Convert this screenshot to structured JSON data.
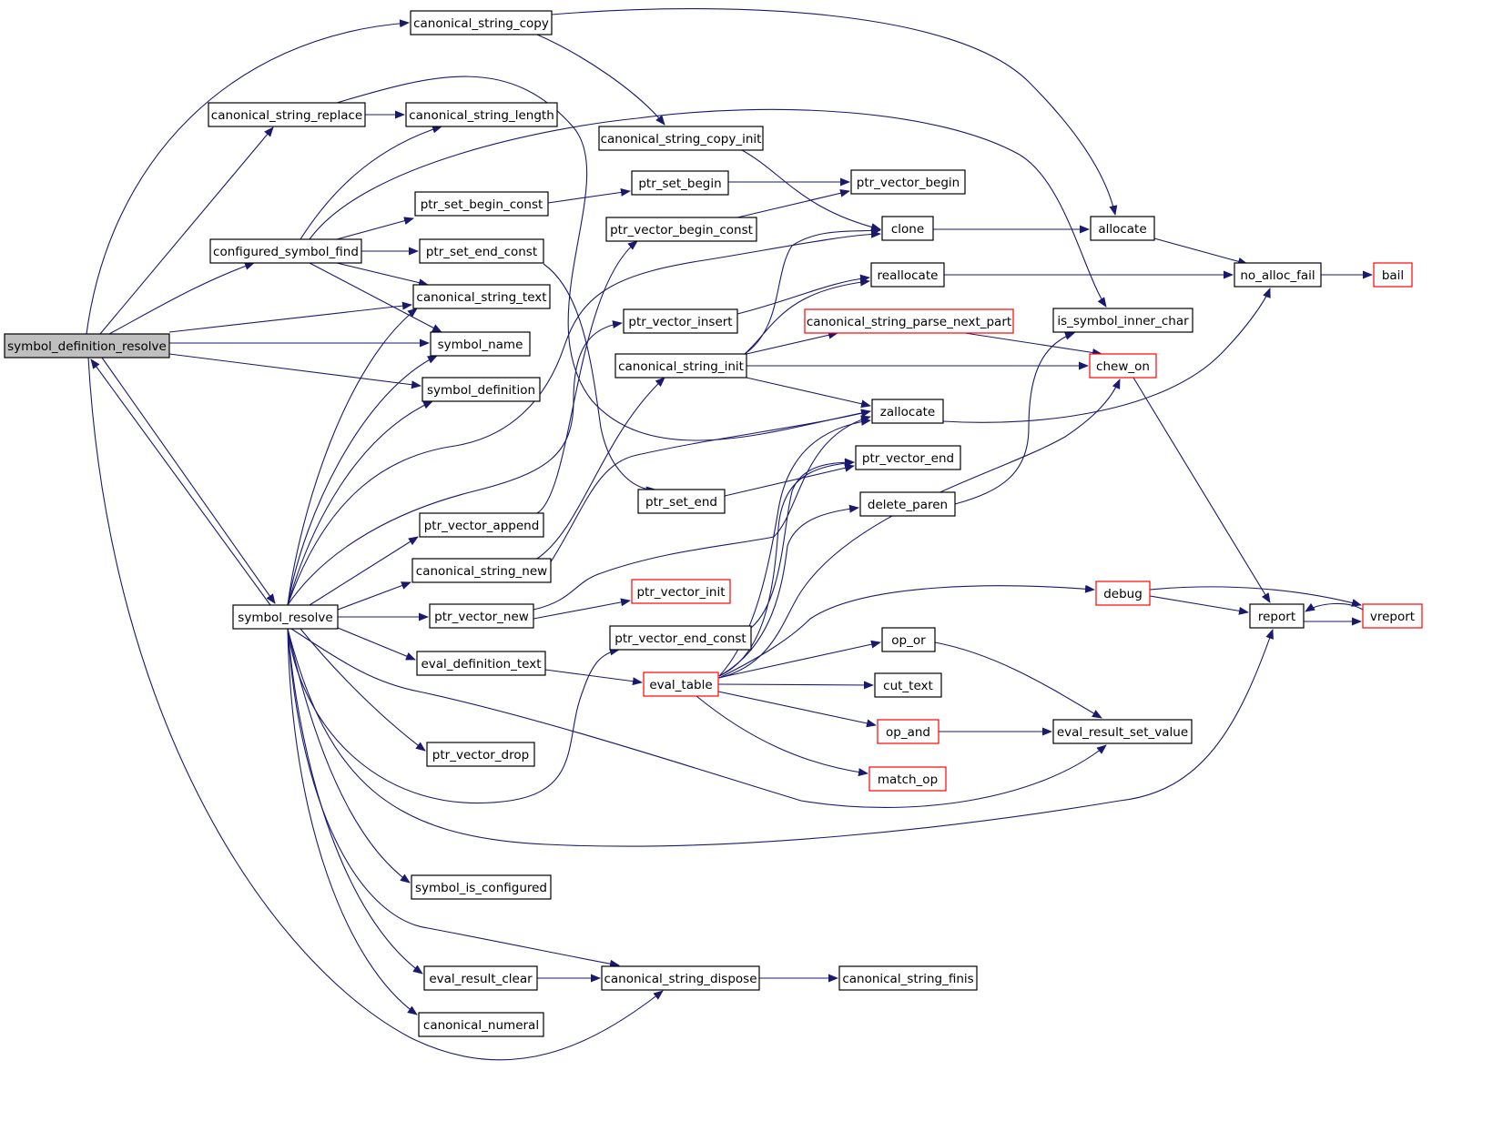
{
  "colors": {
    "edge": "#191970",
    "node_border": "#000000",
    "node_border_truncated": "#ff0000",
    "node_fill": "#ffffff",
    "root_fill": "#bfbfbf",
    "text": "#000000"
  },
  "nodes": [
    {
      "id": "symbol_definition_resolve",
      "label": "symbol_definition_resolve",
      "style": "root"
    },
    {
      "id": "canonical_string_copy",
      "label": "canonical_string_copy",
      "style": "normal"
    },
    {
      "id": "canonical_string_replace",
      "label": "canonical_string_replace",
      "style": "normal"
    },
    {
      "id": "canonical_string_length",
      "label": "canonical_string_length",
      "style": "normal"
    },
    {
      "id": "canonical_string_copy_init",
      "label": "canonical_string_copy_init",
      "style": "normal"
    },
    {
      "id": "ptr_set_begin_const",
      "label": "ptr_set_begin_const",
      "style": "normal"
    },
    {
      "id": "ptr_set_begin",
      "label": "ptr_set_begin",
      "style": "normal"
    },
    {
      "id": "ptr_vector_begin",
      "label": "ptr_vector_begin",
      "style": "normal"
    },
    {
      "id": "configured_symbol_find",
      "label": "configured_symbol_find",
      "style": "normal"
    },
    {
      "id": "ptr_set_end_const",
      "label": "ptr_set_end_const",
      "style": "normal"
    },
    {
      "id": "ptr_vector_begin_const",
      "label": "ptr_vector_begin_const",
      "style": "normal"
    },
    {
      "id": "clone",
      "label": "clone",
      "style": "normal"
    },
    {
      "id": "allocate",
      "label": "allocate",
      "style": "normal"
    },
    {
      "id": "canonical_string_text",
      "label": "canonical_string_text",
      "style": "normal"
    },
    {
      "id": "reallocate",
      "label": "reallocate",
      "style": "normal"
    },
    {
      "id": "no_alloc_fail",
      "label": "no_alloc_fail",
      "style": "normal"
    },
    {
      "id": "bail",
      "label": "bail",
      "style": "truncated"
    },
    {
      "id": "ptr_vector_insert",
      "label": "ptr_vector_insert",
      "style": "normal"
    },
    {
      "id": "canonical_string_parse_next_part",
      "label": "canonical_string_parse_next_part",
      "style": "truncated"
    },
    {
      "id": "is_symbol_inner_char",
      "label": "is_symbol_inner_char",
      "style": "normal"
    },
    {
      "id": "symbol_name",
      "label": "symbol_name",
      "style": "normal"
    },
    {
      "id": "canonical_string_init",
      "label": "canonical_string_init",
      "style": "normal"
    },
    {
      "id": "chew_on",
      "label": "chew_on",
      "style": "truncated"
    },
    {
      "id": "symbol_definition",
      "label": "symbol_definition",
      "style": "normal"
    },
    {
      "id": "zallocate",
      "label": "zallocate",
      "style": "normal"
    },
    {
      "id": "ptr_vector_end",
      "label": "ptr_vector_end",
      "style": "normal"
    },
    {
      "id": "ptr_set_end",
      "label": "ptr_set_end",
      "style": "normal"
    },
    {
      "id": "delete_paren",
      "label": "delete_paren",
      "style": "normal"
    },
    {
      "id": "ptr_vector_append",
      "label": "ptr_vector_append",
      "style": "normal"
    },
    {
      "id": "canonical_string_new",
      "label": "canonical_string_new",
      "style": "normal"
    },
    {
      "id": "ptr_vector_init",
      "label": "ptr_vector_init",
      "style": "truncated"
    },
    {
      "id": "debug",
      "label": "debug",
      "style": "truncated"
    },
    {
      "id": "symbol_resolve",
      "label": "symbol_resolve",
      "style": "normal"
    },
    {
      "id": "ptr_vector_new",
      "label": "ptr_vector_new",
      "style": "normal"
    },
    {
      "id": "report",
      "label": "report",
      "style": "normal"
    },
    {
      "id": "vreport",
      "label": "vreport",
      "style": "truncated"
    },
    {
      "id": "ptr_vector_end_const",
      "label": "ptr_vector_end_const",
      "style": "normal"
    },
    {
      "id": "op_or",
      "label": "op_or",
      "style": "normal"
    },
    {
      "id": "eval_definition_text",
      "label": "eval_definition_text",
      "style": "normal"
    },
    {
      "id": "eval_table",
      "label": "eval_table",
      "style": "truncated"
    },
    {
      "id": "cut_text",
      "label": "cut_text",
      "style": "normal"
    },
    {
      "id": "op_and",
      "label": "op_and",
      "style": "truncated"
    },
    {
      "id": "eval_result_set_value",
      "label": "eval_result_set_value",
      "style": "normal"
    },
    {
      "id": "ptr_vector_drop",
      "label": "ptr_vector_drop",
      "style": "normal"
    },
    {
      "id": "match_op",
      "label": "match_op",
      "style": "truncated"
    },
    {
      "id": "symbol_is_configured",
      "label": "symbol_is_configured",
      "style": "normal"
    },
    {
      "id": "eval_result_clear",
      "label": "eval_result_clear",
      "style": "normal"
    },
    {
      "id": "canonical_string_dispose",
      "label": "canonical_string_dispose",
      "style": "normal"
    },
    {
      "id": "canonical_string_finis",
      "label": "canonical_string_finis",
      "style": "normal"
    },
    {
      "id": "canonical_numeral",
      "label": "canonical_numeral",
      "style": "normal"
    }
  ],
  "edges": [
    [
      "symbol_definition_resolve",
      "canonical_string_copy"
    ],
    [
      "symbol_definition_resolve",
      "canonical_string_replace"
    ],
    [
      "symbol_definition_resolve",
      "configured_symbol_find"
    ],
    [
      "symbol_definition_resolve",
      "canonical_string_text"
    ],
    [
      "symbol_definition_resolve",
      "symbol_name"
    ],
    [
      "symbol_definition_resolve",
      "symbol_definition"
    ],
    [
      "symbol_definition_resolve",
      "symbol_resolve"
    ],
    [
      "symbol_definition_resolve",
      "canonical_string_dispose"
    ],
    [
      "canonical_string_copy",
      "canonical_string_copy_init"
    ],
    [
      "canonical_string_copy",
      "allocate"
    ],
    [
      "canonical_string_replace",
      "canonical_string_length"
    ],
    [
      "canonical_string_replace",
      "zallocate"
    ],
    [
      "canonical_string_copy_init",
      "clone"
    ],
    [
      "configured_symbol_find",
      "canonical_string_length"
    ],
    [
      "configured_symbol_find",
      "ptr_set_begin_const"
    ],
    [
      "configured_symbol_find",
      "ptr_set_end_const"
    ],
    [
      "configured_symbol_find",
      "canonical_string_text"
    ],
    [
      "configured_symbol_find",
      "symbol_name"
    ],
    [
      "configured_symbol_find",
      "is_symbol_inner_char"
    ],
    [
      "ptr_set_begin_const",
      "ptr_set_begin"
    ],
    [
      "ptr_set_begin",
      "ptr_vector_begin"
    ],
    [
      "ptr_set_end_const",
      "ptr_set_end"
    ],
    [
      "ptr_vector_begin_const",
      "ptr_vector_begin"
    ],
    [
      "clone",
      "allocate"
    ],
    [
      "allocate",
      "no_alloc_fail"
    ],
    [
      "reallocate",
      "no_alloc_fail"
    ],
    [
      "no_alloc_fail",
      "bail"
    ],
    [
      "ptr_vector_insert",
      "reallocate"
    ],
    [
      "canonical_string_init",
      "clone"
    ],
    [
      "canonical_string_init",
      "reallocate"
    ],
    [
      "canonical_string_init",
      "canonical_string_parse_next_part"
    ],
    [
      "canonical_string_init",
      "chew_on"
    ],
    [
      "canonical_string_init",
      "zallocate"
    ],
    [
      "canonical_string_parse_next_part",
      "chew_on"
    ],
    [
      "chew_on",
      "report"
    ],
    [
      "zallocate",
      "no_alloc_fail"
    ],
    [
      "ptr_set_end",
      "ptr_vector_end"
    ],
    [
      "delete_paren",
      "is_symbol_inner_char"
    ],
    [
      "ptr_vector_append",
      "ptr_vector_begin_const"
    ],
    [
      "canonical_string_new",
      "canonical_string_init"
    ],
    [
      "canonical_string_new",
      "zallocate"
    ],
    [
      "ptr_vector_new",
      "ptr_vector_init"
    ],
    [
      "ptr_vector_new",
      "zallocate"
    ],
    [
      "ptr_vector_end_const",
      "ptr_vector_end"
    ],
    [
      "debug",
      "report"
    ],
    [
      "debug",
      "vreport"
    ],
    [
      "report",
      "vreport"
    ],
    [
      "vreport",
      "report"
    ],
    [
      "symbol_resolve",
      "symbol_definition_resolve"
    ],
    [
      "symbol_resolve",
      "canonical_string_text"
    ],
    [
      "symbol_resolve",
      "symbol_name"
    ],
    [
      "symbol_resolve",
      "symbol_definition"
    ],
    [
      "symbol_resolve",
      "ptr_vector_append"
    ],
    [
      "symbol_resolve",
      "canonical_string_new"
    ],
    [
      "symbol_resolve",
      "ptr_vector_new"
    ],
    [
      "symbol_resolve",
      "eval_definition_text"
    ],
    [
      "symbol_resolve",
      "ptr_vector_drop"
    ],
    [
      "symbol_resolve",
      "symbol_is_configured"
    ],
    [
      "symbol_resolve",
      "eval_result_clear"
    ],
    [
      "symbol_resolve",
      "canonical_string_dispose"
    ],
    [
      "symbol_resolve",
      "canonical_numeral"
    ],
    [
      "symbol_resolve",
      "ptr_vector_end_const"
    ],
    [
      "symbol_resolve",
      "eval_result_set_value"
    ],
    [
      "symbol_resolve",
      "report"
    ],
    [
      "symbol_resolve",
      "clone"
    ],
    [
      "symbol_resolve",
      "ptr_vector_insert"
    ],
    [
      "eval_definition_text",
      "eval_table"
    ],
    [
      "eval_table",
      "ptr_vector_end"
    ],
    [
      "eval_table",
      "delete_paren"
    ],
    [
      "eval_table",
      "chew_on"
    ],
    [
      "eval_table",
      "debug"
    ],
    [
      "eval_table",
      "op_or"
    ],
    [
      "eval_table",
      "cut_text"
    ],
    [
      "eval_table",
      "op_and"
    ],
    [
      "eval_table",
      "match_op"
    ],
    [
      "eval_table",
      "zallocate"
    ],
    [
      "op_or",
      "eval_result_set_value"
    ],
    [
      "op_and",
      "eval_result_set_value"
    ],
    [
      "eval_result_clear",
      "canonical_string_dispose"
    ],
    [
      "canonical_string_dispose",
      "canonical_string_finis"
    ]
  ]
}
